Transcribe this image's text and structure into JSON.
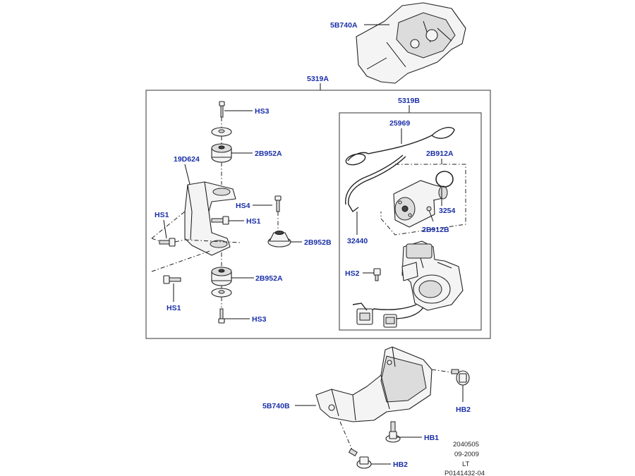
{
  "labels": {
    "p5B740A": "5B740A",
    "p5319A": "5319A",
    "p5319B": "5319B",
    "p25969": "25969",
    "p2B912A": "2B912A",
    "p3254": "3254",
    "p2B912B": "2B912B",
    "p32440": "32440",
    "p19D624": "19D624",
    "hs3_top": "HS3",
    "p2B952A_top": "2B952A",
    "hs4": "HS4",
    "hs1_left": "HS1",
    "hs1_mid": "HS1",
    "p2B952B": "2B952B",
    "p2B952A_bot": "2B952A",
    "hs1_bot": "HS1",
    "hs3_bot": "HS3",
    "hs2": "HS2",
    "p5B740B": "5B740B",
    "hb2_right": "HB2",
    "hb1": "HB1",
    "hb2_bot": "HB2"
  },
  "meta": {
    "code1": "2040505",
    "date": "09-2009",
    "lt": "LT",
    "ref": "P0141432-04"
  },
  "colors": {
    "label": "#1a2fa8",
    "line": "#222222"
  }
}
